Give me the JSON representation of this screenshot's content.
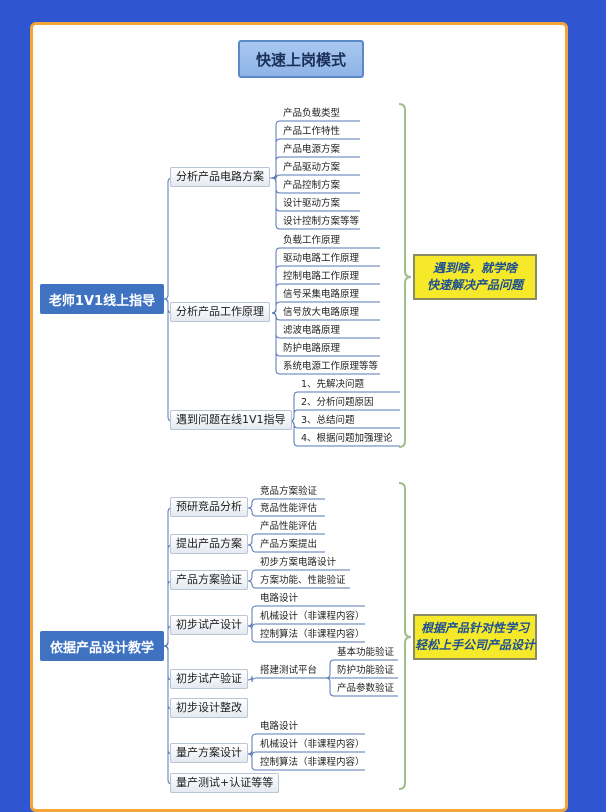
{
  "title": "快速上岗模式",
  "groups": [
    {
      "label": "老师1V1线上指导",
      "callout": [
        "遇到啥，就学啥",
        "快速解决产品问题"
      ],
      "branches": [
        {
          "label": "分析产品电路方案",
          "leaves": [
            "产品负载类型",
            "产品工作特性",
            "产品电源方案",
            "产品驱动方案",
            "产品控制方案",
            "设计驱动方案",
            "设计控制方案等等"
          ]
        },
        {
          "label": "分析产品工作原理",
          "leaves": [
            "负载工作原理",
            "驱动电路工作原理",
            "控制电路工作原理",
            "信号采集电路原理",
            "信号放大电路原理",
            "滤波电路原理",
            "防护电路原理",
            "系统电源工作原理等等"
          ]
        },
        {
          "label": "遇到问题在线1V1指导",
          "leaves": [
            "1、先解决问题",
            "2、分析问题原因",
            "3、总结问题",
            "4、根据问题加强理论"
          ]
        }
      ]
    },
    {
      "label": "依据产品设计教学",
      "callout": [
        "根据产品针对性学习",
        "轻松上手公司产品设计"
      ],
      "branches": [
        {
          "label": "预研竞品分析",
          "leaves": [
            "竞品方案验证",
            "竞品性能评估"
          ]
        },
        {
          "label": "提出产品方案",
          "leaves": [
            "产品性能评估",
            "产品方案提出"
          ]
        },
        {
          "label": "产品方案验证",
          "leaves": [
            "初步方案电路设计",
            "方案功能、性能验证"
          ]
        },
        {
          "label": "初步试产设计",
          "leaves": [
            "电路设计",
            "机械设计（非课程内容）",
            "控制算法（非课程内容）"
          ]
        },
        {
          "label": "初步试产验证",
          "sub": {
            "label": "搭建测试平台",
            "leaves": [
              "基本功能验证",
              "防护功能验证",
              "产品参数验证"
            ]
          }
        },
        {
          "label": "初步设计整改",
          "leaves": []
        },
        {
          "label": "量产方案设计",
          "leaves": [
            "电路设计",
            "机械设计（非课程内容）",
            "控制算法（非课程内容）"
          ]
        },
        {
          "label": "量产测试+认证等等",
          "leaves": []
        }
      ]
    }
  ]
}
